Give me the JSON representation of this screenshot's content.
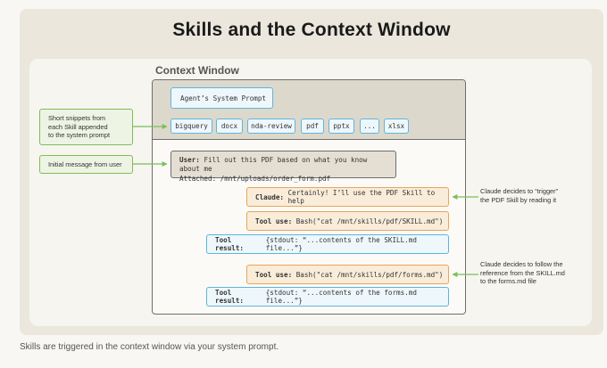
{
  "title": "Skills and the Context Window",
  "context_window_label": "Context Window",
  "system_prompt": "Agent’s System Prompt",
  "skills": [
    "bigquery",
    "docx",
    "nda-review",
    "pdf",
    "pptx",
    "...",
    "xlsx"
  ],
  "user_message": {
    "label": "User:",
    "line1": "Fill out this PDF based on what you know about me",
    "line2": "Attached: /mnt/uploads/order_form.pdf"
  },
  "messages": [
    {
      "label": "Claude:",
      "text": "Certainly! I’ll use the PDF Skill to help"
    },
    {
      "label": "Tool use:",
      "text": "Bash(\"cat /mnt/skills/pdf/SKILL.md\")"
    },
    {
      "label": "Tool result:",
      "text": "{stdout: “...contents of the SKILL.md file...”}"
    },
    {
      "label": "Tool use:",
      "text": "Bash(\"cat /mnt/skills/pdf/forms.md\")"
    },
    {
      "label": "Tool result:",
      "text": "{stdout: “...contents of the forms.md file...”}"
    }
  ],
  "annotations": {
    "snippets": [
      "Short snippets from",
      "each Skill appended",
      "to the system prompt"
    ],
    "initial": "Initial message from user",
    "trigger": [
      "Claude decides to “trigger”",
      "the PDF Skill by reading it"
    ],
    "follow": [
      "Claude decides to follow the",
      "reference from the SKILL.md",
      "to the forms.md file"
    ]
  },
  "caption": "Skills are triggered in the context window via your system prompt.",
  "colors": {
    "blue": "#5fb5d9",
    "orange": "#eaa55a",
    "green": "#7cbe5a",
    "gray": "#6e6e6e"
  }
}
